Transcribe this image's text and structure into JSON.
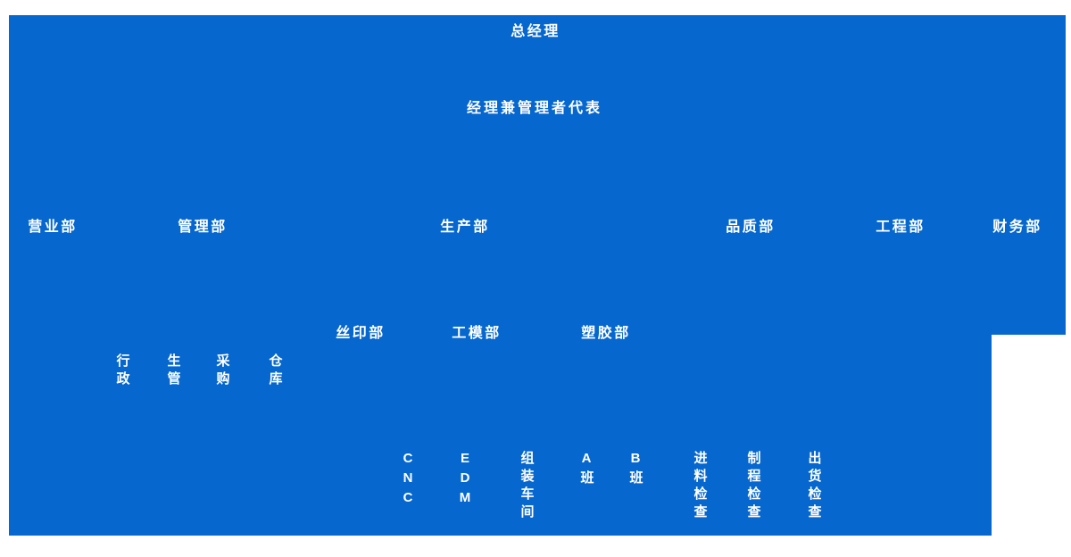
{
  "colors": {
    "page_background": "#ffffff",
    "panel_blue": "#0667CE",
    "text_white": "#ffffff"
  },
  "org_chart": {
    "title": "总经理",
    "manager": "经理兼管理者代表",
    "departments": [
      {
        "label": "营业部"
      },
      {
        "label": "管理部"
      },
      {
        "label": "生产部"
      },
      {
        "label": "品质部"
      },
      {
        "label": "工程部"
      },
      {
        "label": "财务部"
      }
    ],
    "admin_sections": [
      {
        "label": "行政"
      },
      {
        "label": "生管"
      },
      {
        "label": "采购"
      },
      {
        "label": "仓库"
      }
    ],
    "production_sections": [
      {
        "label": "丝印部"
      },
      {
        "label": "工模部"
      },
      {
        "label": "塑胶部"
      }
    ],
    "work_units": [
      {
        "label": "CNC"
      },
      {
        "label": "EDM"
      },
      {
        "label": "组装车间"
      },
      {
        "label": "A班"
      },
      {
        "label": "B班"
      },
      {
        "label": "进料检查"
      },
      {
        "label": "制程检查"
      },
      {
        "label": "出货检查"
      }
    ]
  }
}
